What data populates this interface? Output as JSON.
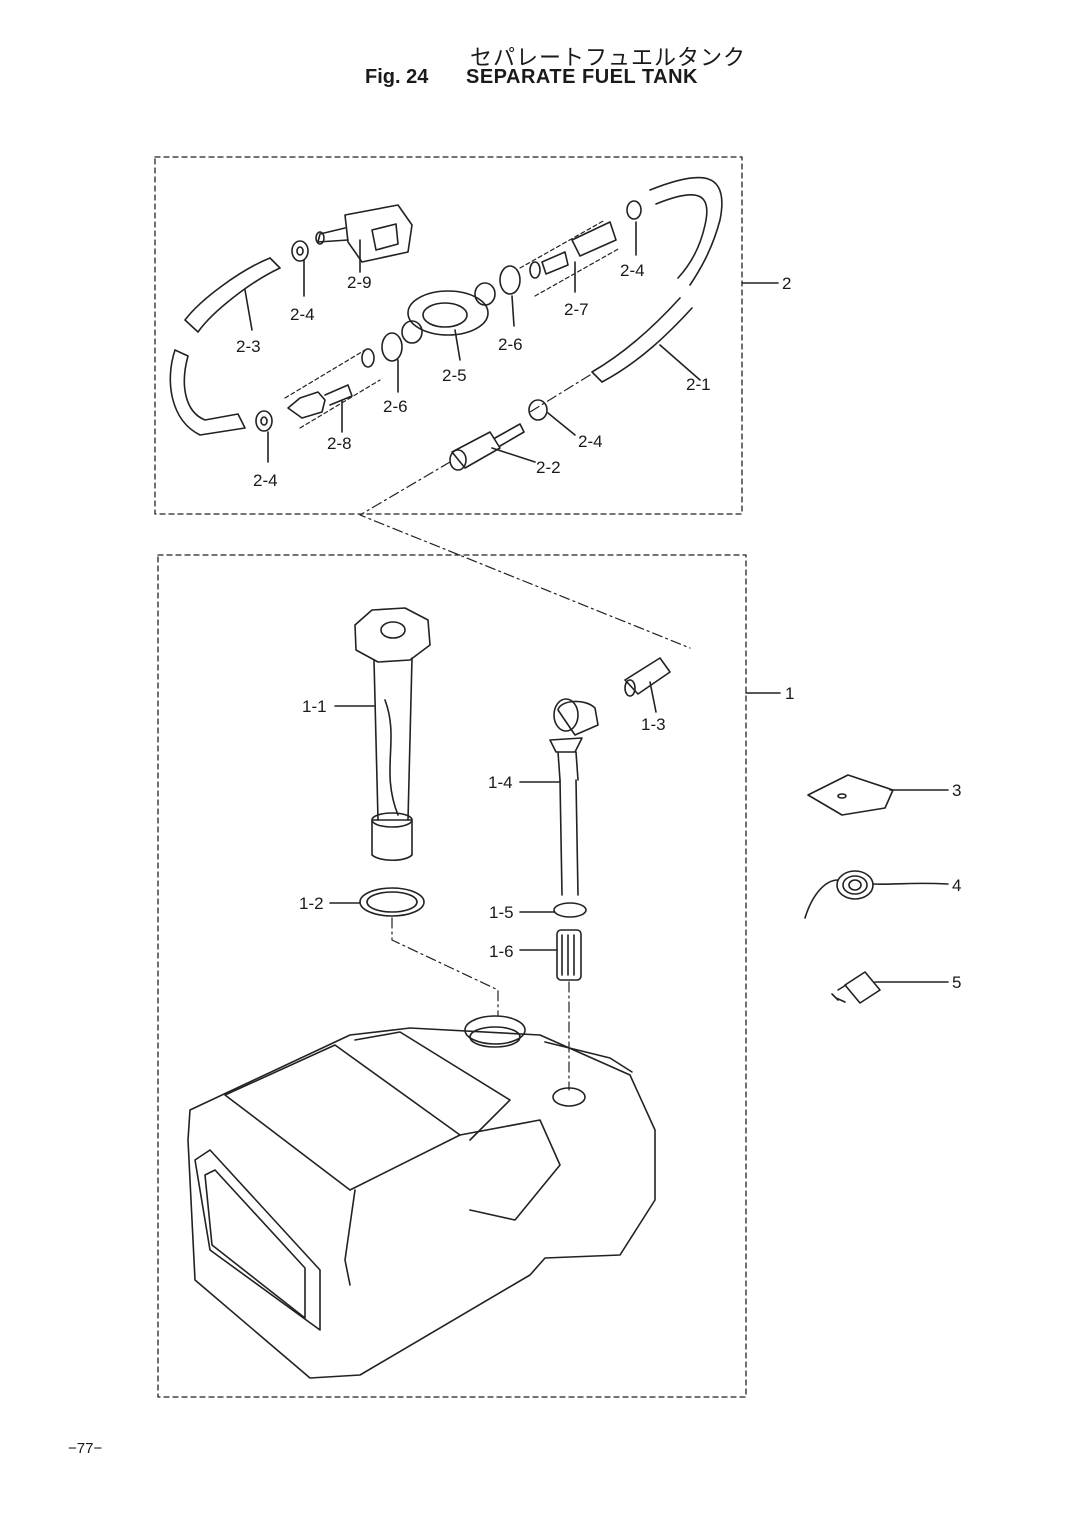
{
  "header": {
    "title_jp": "セパレートフュエルタンク",
    "fig_label": "Fig. 24",
    "title_en": "SEPARATE FUEL TANK"
  },
  "callouts": {
    "c2_9": "2-9",
    "c2_4a": "2-4",
    "c2_3": "2-3",
    "c2_5": "2-5",
    "c2_6a": "2-6",
    "c2_7": "2-7",
    "c2_4b": "2-4",
    "c2_6b": "2-6",
    "c2_8": "2-8",
    "c2_4c": "2-4",
    "c2_2": "2-2",
    "c2_4d": "2-4",
    "c2_1": "2-1",
    "c2": "2",
    "c1_1": "1-1",
    "c1_2": "1-2",
    "c1_3": "1-3",
    "c1_4": "1-4",
    "c1_5": "1-5",
    "c1_6": "1-6",
    "c1": "1",
    "c3": "3",
    "c4": "4",
    "c5": "5"
  },
  "footer": {
    "page_number": "−77−"
  }
}
